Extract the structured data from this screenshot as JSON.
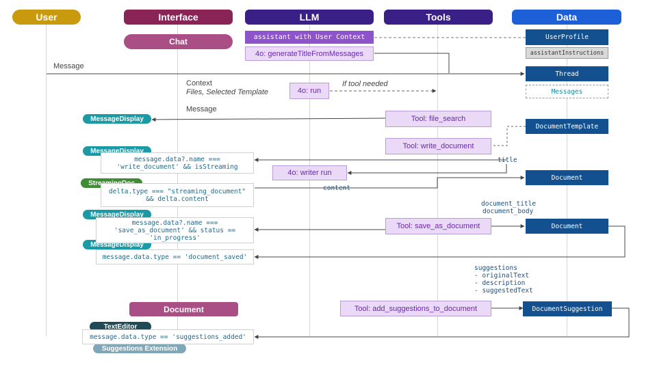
{
  "lanes": {
    "user": {
      "label": "User",
      "color": "#c99a0d"
    },
    "interface": {
      "label": "Interface",
      "color": "#8a2456"
    },
    "llm": {
      "label": "LLM",
      "color": "#3a1f86"
    },
    "tools": {
      "label": "Tools",
      "color": "#3a1f86"
    },
    "data": {
      "label": "Data",
      "color": "#1c5fd6"
    }
  },
  "interface": {
    "chat_label": "Chat",
    "document_label": "Document",
    "pills": {
      "message_display_1": "MessageDisplay",
      "message_display_2": "MessageDisplay",
      "streaming_doc": "StreamingDoc",
      "message_display_3": "MessageDisplay",
      "message_display_4": "MessageDisplay",
      "text_editor": "TextEditor",
      "suggestions_extension": "Suggestions Extension"
    },
    "code": {
      "c1_l1": "message.data?.name ===",
      "c1_l2": "'write_document' && isStreaming",
      "c2_l1": "delta.type === \"streaming_document\"",
      "c2_l2": "&& delta.content",
      "c3_l1": "message.data?.name ===",
      "c3_l2": "'save_as_document' && status ==",
      "c3_l3": "'in_progress'",
      "c4": "message.data.type == 'document_saved'",
      "c5": "message.data.type == 'suggestions_added'"
    }
  },
  "llm": {
    "assistant": "assistant with User Context",
    "generate_title": "4o: generateTitleFromMessages",
    "run": "4o: run",
    "writer_run": "4o: writer run"
  },
  "tools": {
    "file_search": "Tool: file_search",
    "write_document": "Tool: write_document",
    "save_as_document": "Tool: save_as_document",
    "add_suggestions": "Tool: add_suggestions_to_document"
  },
  "data": {
    "user_profile": "UserProfile",
    "assistant_instructions": "assistantInstructions",
    "thread": "Thread",
    "messages": "Messages",
    "document_template": "DocumentTemplate",
    "document_1": "Document",
    "document_2": "Document",
    "document_suggestion": "DocumentSuggestion"
  },
  "labels": {
    "message_1": "Message",
    "context": "Context",
    "context_sub": "Files, Selected Template",
    "if_tool_needed": "If tool needed",
    "message_2": "Message",
    "title": "title",
    "content": "content",
    "document_title": "document_title",
    "document_body": "document_body",
    "suggestions": "suggestions",
    "original_text": "- originalText",
    "description": "- description",
    "suggested_text": "- suggestedText"
  }
}
